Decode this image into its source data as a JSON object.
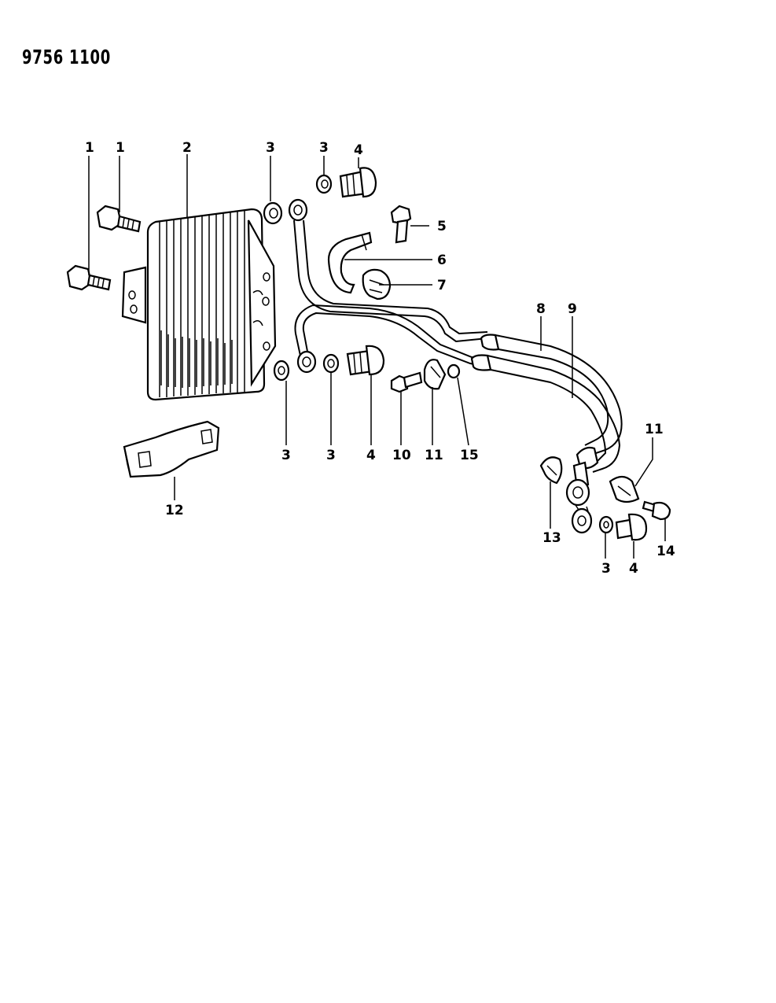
{
  "document": {
    "id": "9756 1100"
  },
  "callouts": [
    "1",
    "1",
    "2",
    "3",
    "3",
    "4",
    "5",
    "6",
    "7",
    "8",
    "9",
    "3",
    "3",
    "4",
    "10",
    "11",
    "15",
    "11",
    "12",
    "13",
    "14",
    "3",
    "4"
  ]
}
